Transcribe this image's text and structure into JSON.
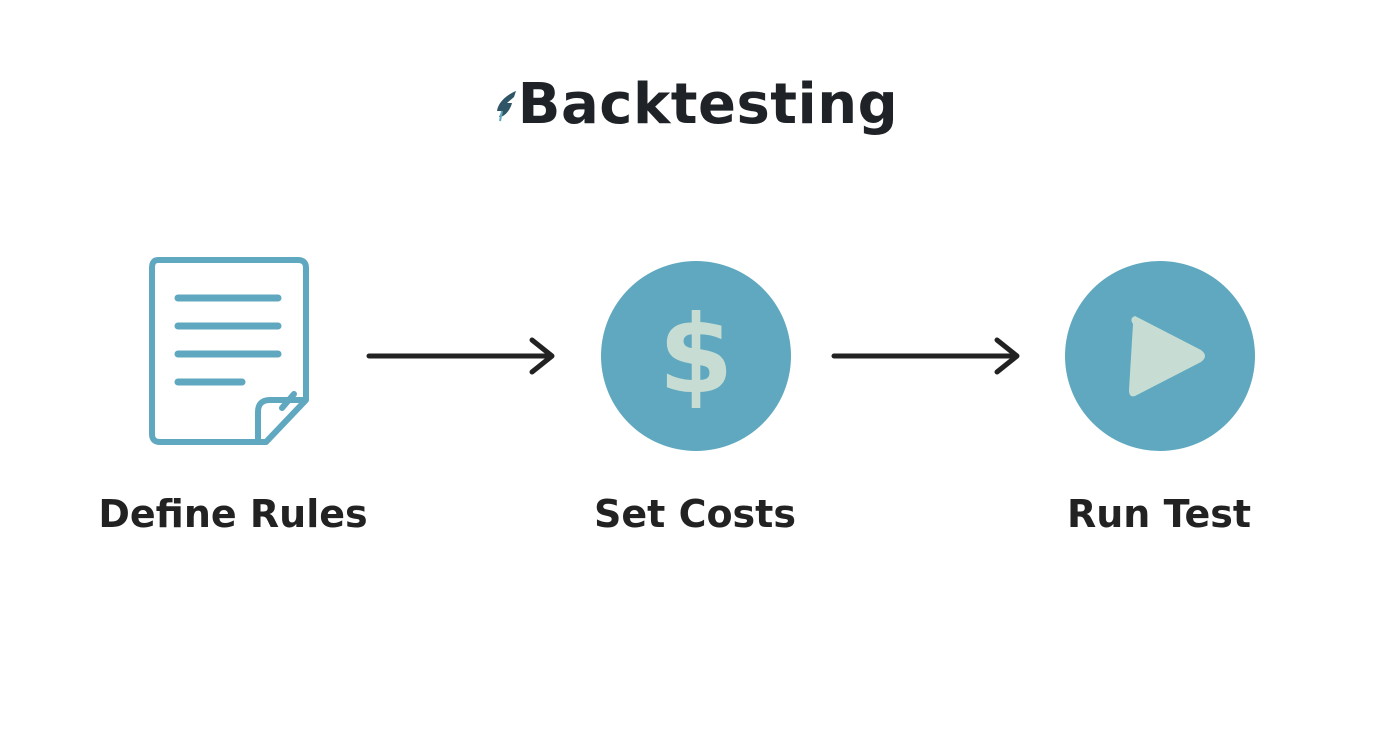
{
  "title": {
    "text": "Backtesting",
    "icon": "quill-icon"
  },
  "colors": {
    "accent": "#5fa8bf",
    "accent_light": "#c7ddd3",
    "text": "#1f1f1f",
    "arrow": "#222222"
  },
  "steps": [
    {
      "label": "Define Rules",
      "icon": "document-icon"
    },
    {
      "label": "Set Costs",
      "icon": "dollar-icon"
    },
    {
      "label": "Run Test",
      "icon": "play-icon"
    }
  ],
  "icons": {
    "dollar_glyph": "$"
  }
}
